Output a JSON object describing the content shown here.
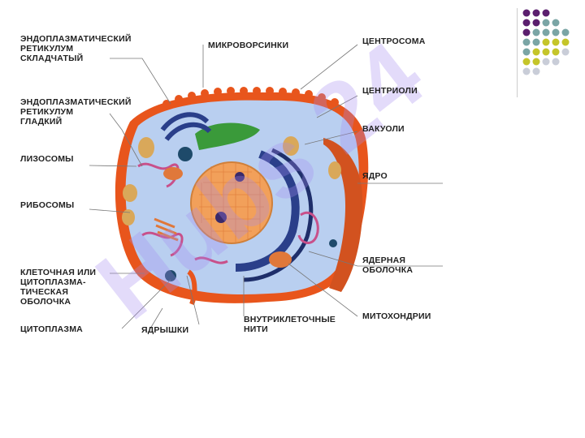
{
  "labels": {
    "er_rough": "ЭНДОПЛАЗМАТИЧЕСКИЙ\nРЕТИКУЛУМ\nСКЛАДЧАТЫЙ",
    "microvilli": "МИКРОВОРСИНКИ",
    "centrosome": "ЦЕНТРОСОМА",
    "er_smooth": "ЭНДОПЛАЗМАТИЧЕСКИЙ\nРЕТИКУЛУМ\nГЛАДКИЙ",
    "centrioles": "ЦЕНТРИОЛИ",
    "vacuoles": "ВАКУОЛИ",
    "lysosomes": "ЛИЗОСОМЫ",
    "nucleus": "ЯДРО",
    "ribosomes": "РИБОСОМЫ",
    "nuclear_envelope": "ЯДЕРНАЯ\nОБОЛОЧКА",
    "membrane": "КЛЕТОЧНАЯ ИЛИ\nЦИТОПЛАЗМА-\nТИЧЕСКАЯ\nОБОЛОЧКА",
    "nucleoli": "ЯДРЫШКИ",
    "filaments": "ВНУТРИКЛЕТОЧНЫЕ\nНИТИ",
    "mitochondria": "МИТОХОНДРИИ",
    "cytoplasm": "ЦИТОПЛАЗМА"
  },
  "watermark": "Hubs 24",
  "colors": {
    "membrane": "#e8551c",
    "cytoplasm": "#b9cff0",
    "nucleus": "#f2a05a",
    "er": "#2a3f8a",
    "lysosome": "#c8508a",
    "golgi": "#3a9a3a",
    "watermark_purple": "#a58cf0",
    "watermark_gray": "#9a9a9a",
    "dot_purple": "#5b1f6e",
    "dot_teal": "#7aa5a5",
    "dot_olive": "#c5c52a",
    "dot_light": "#c9cdd8"
  }
}
